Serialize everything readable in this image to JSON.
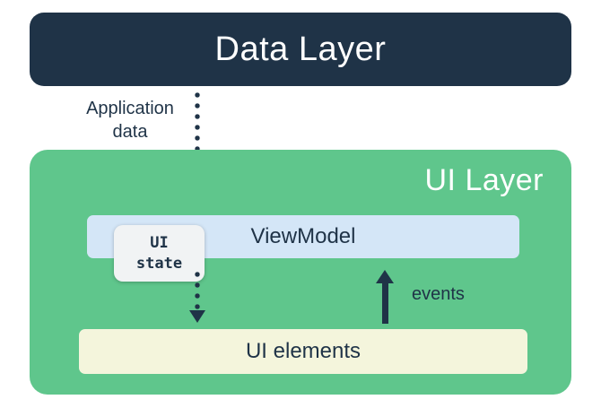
{
  "diagram": {
    "data_layer_label": "Data Layer",
    "application_data_label": "Application data",
    "ui_layer_label": "UI Layer",
    "viewmodel_label": "ViewModel",
    "ui_state_label": "UI state",
    "ui_elements_label": "UI elements",
    "events_label": "events",
    "colors": {
      "navy": "#1f3347",
      "green": "#5fc68c",
      "blue": "#d4e6f7",
      "cream": "#f4f5dc",
      "stategray": "#f1f3f4",
      "white": "#ffffff"
    }
  }
}
